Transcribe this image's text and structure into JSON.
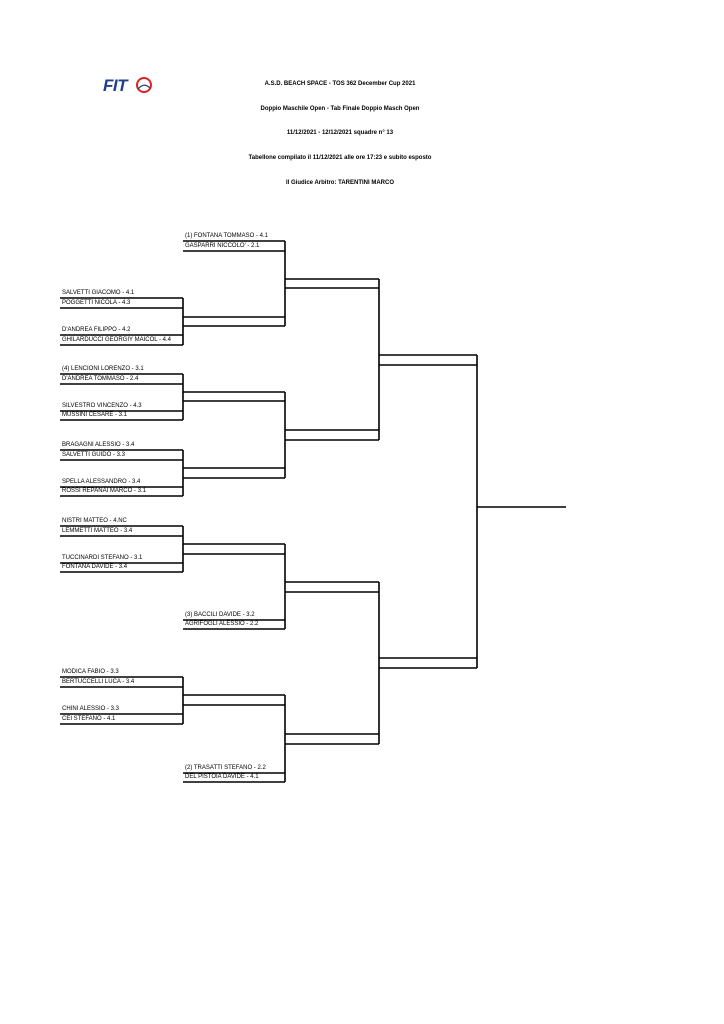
{
  "header": {
    "logo_text": "FIT",
    "line1": "A.S.D. BEACH SPACE - TOS 362 December Cup 2021",
    "line2": "Doppio Maschile Open - Tab Finale Doppio Masch Open",
    "line3": "11/12/2021 - 12/12/2021   squadre n° 13",
    "line4": "Tabellone compilato il 11/12/2021 alle ore 17:23 e subito esposto",
    "line5": "Il Giudice Arbitro: TARENTINI MARCO"
  },
  "bracket": {
    "entries": [
      {
        "p1": "(1) FONTANA TOMMASO - 4.1",
        "p2": "GASPARRI NICCOLO' - 2.1"
      },
      {
        "p1": "SALVETTI GIACOMO - 4.1",
        "p2": "POGGETTI NICOLA - 4.3"
      },
      {
        "p1": "D'ANDREA FILIPPO - 4.2",
        "p2": "GHILARDUCCI GEORGIY MAICOL - 4.4"
      },
      {
        "p1": "(4) LENCIONI LORENZO - 3.1",
        "p2": "D'ANDREA TOMMASO - 2.4"
      },
      {
        "p1": "SILVESTRO VINCENZO - 4.3",
        "p2": "MUSSINI CESARE - 3.1"
      },
      {
        "p1": "BRAGAGNI ALESSIO - 3.4",
        "p2": "SALVETTI GUIDO - 3.3"
      },
      {
        "p1": "SPELLA ALESSANDRO - 3.4",
        "p2": "ROSSI REPANAI MARCO - 3.1"
      },
      {
        "p1": "NISTRI MATTEO - 4.NC",
        "p2": "LEMMETTI MATTEO - 3.4"
      },
      {
        "p1": "TUCCINARDI STEFANO - 3.1",
        "p2": "FONTANA DAVIDE - 3.4"
      },
      {
        "p1": "(3) BACCILI DAVIDE - 3.2",
        "p2": "AGRIFOGLI ALESSIO - 2.2"
      },
      {
        "p1": "MODICA FABIO - 3.3",
        "p2": "BERTUCCELLI LUCA - 3.4"
      },
      {
        "p1": "CHINI ALESSIO - 3.3",
        "p2": "CEI STEFANO - 4.1"
      },
      {
        "p1": "(2) TRASATTI STEFANO - 2.2",
        "p2": "DEL PISTOIA DAVIDE - 4.1"
      }
    ]
  }
}
